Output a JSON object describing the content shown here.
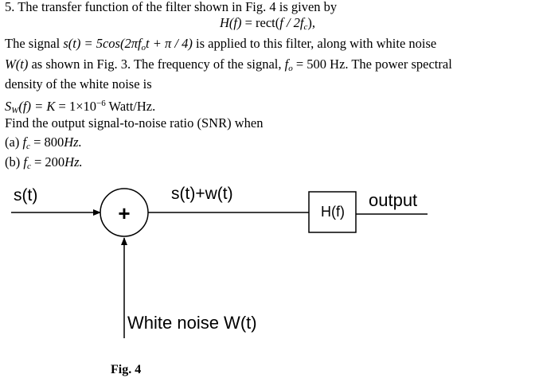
{
  "problem": {
    "heading": "5. The transfer function of the filter shown in Fig. 4 is given by",
    "transfer_function": {
      "lhs": "H(f)",
      "rhs_func": "rect(",
      "rhs_arg": "f / 2f",
      "rhs_sub": "c",
      "rhs_end": "),"
    },
    "signal_line": {
      "prefix": "The signal ",
      "expr": "s(t) = 5cos(2πf",
      "expr_sub": "o",
      "expr_tail": "t + π / 4)",
      "suffix": " is applied to this filter, along with white noise"
    },
    "noise_line": {
      "expr": "W(t)",
      "mid": " as shown in Fig. 3. The frequency of the signal, ",
      "f": "f",
      "f_sub": "o",
      "value": " = 500 Hz. The power spectral"
    },
    "density_line": "density of the white noise is",
    "psd_line": {
      "lhs": "S",
      "lhs_sub": "W",
      "mid": "(f) = K",
      "val": " = 1×10",
      "exp": "−6",
      "unit": " Watt/Hz."
    },
    "find_line": "Find the output signal-to-noise ratio (SNR) when",
    "part_a": {
      "label": "(a) ",
      "f": "f",
      "sub": "c",
      "val": " = 800",
      "unit": "Hz."
    },
    "part_b": {
      "label": "(b) ",
      "f": "f",
      "sub": "c",
      "val": " = 200",
      "unit": "Hz."
    }
  },
  "diagram": {
    "input_label": "s(t)",
    "adder_symbol": "+",
    "sum_label": "s(t)+w(t)",
    "filter_label": "H(f)",
    "output_label": "output",
    "noise_label": "White noise W(t)",
    "caption": "Fig. 4"
  }
}
